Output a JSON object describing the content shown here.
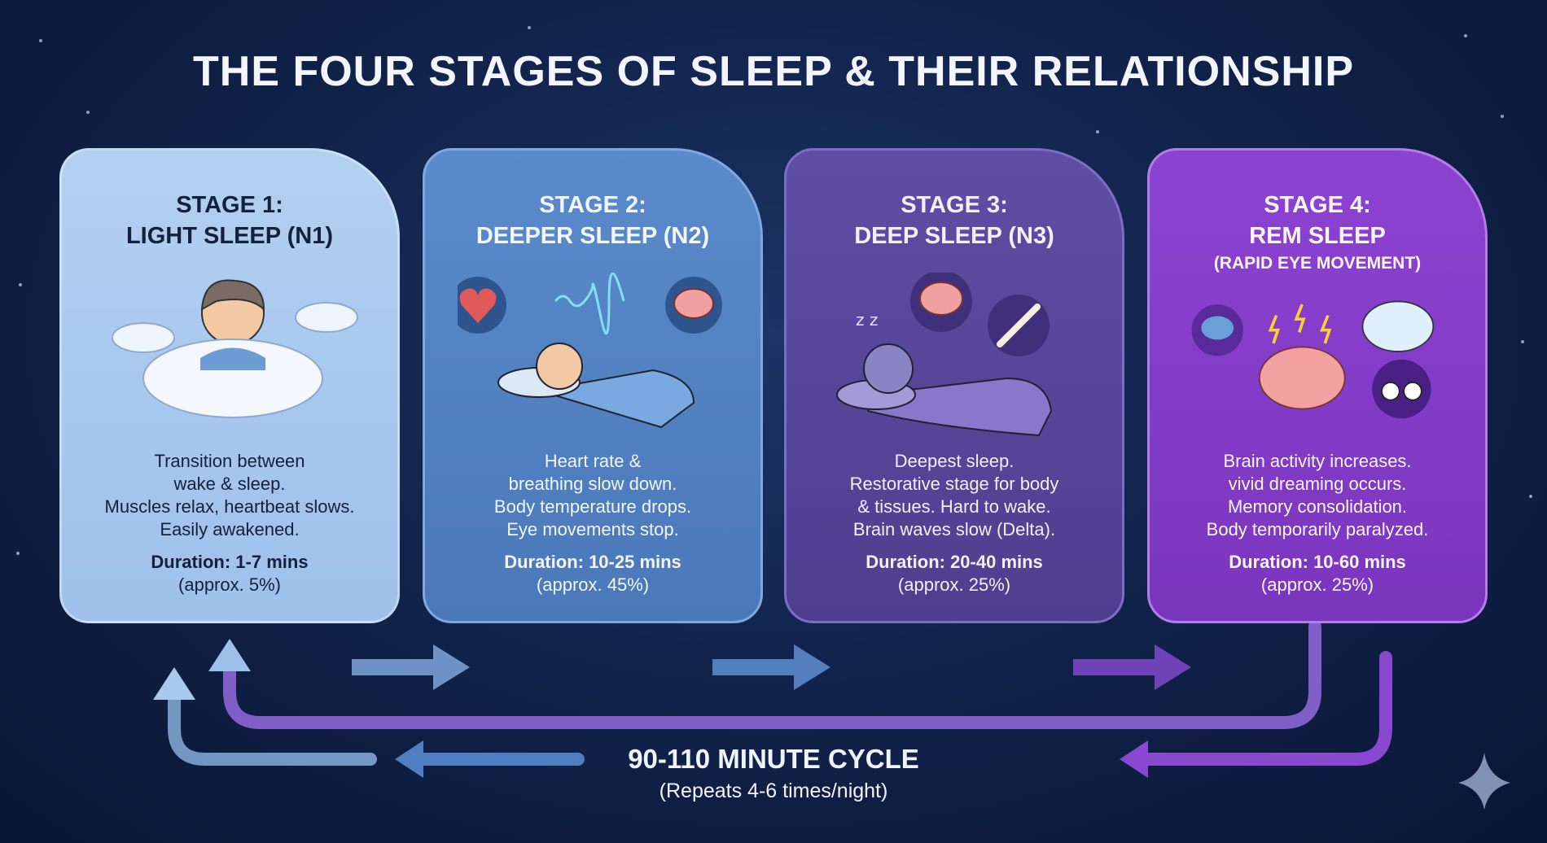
{
  "title": "THE FOUR STAGES OF SLEEP & THEIR RELATIONSHIP",
  "stages": [
    {
      "heading": "STAGE 1:",
      "name": "LIGHT SLEEP (N1)",
      "subtitle": "",
      "description": [
        "Transition between",
        "wake & sleep.",
        "Muscles relax, heartbeat slows.",
        "Easily awakened."
      ],
      "duration": "Duration: 1-7 mins",
      "share": "(approx. 5%)",
      "color": "#a9c8ee",
      "icons": [
        "person-in-cloud-icon",
        "cloud-icon"
      ]
    },
    {
      "heading": "STAGE 2:",
      "name": "DEEPER SLEEP (N2)",
      "subtitle": "",
      "description": [
        "Heart rate &",
        "breathing slow down.",
        "Body temperature drops.",
        "Eye movements stop."
      ],
      "duration": "Duration: 10-25 mins",
      "share": "(approx. 45%)",
      "color": "#4f7fc0",
      "icons": [
        "heart-icon",
        "wave-icon",
        "brain-icon",
        "sleeping-person-icon"
      ]
    },
    {
      "heading": "STAGE 3:",
      "name": "DEEP SLEEP (N3)",
      "subtitle": "",
      "description": [
        "Deepest sleep.",
        "Restorative stage for body",
        "& tissues. Hard to wake.",
        "Brain waves slow (Delta)."
      ],
      "duration": "Duration: 20-40 mins",
      "share": "(approx. 25%)",
      "color": "#56479a",
      "icons": [
        "brain-icon",
        "bone-muscle-icon",
        "sleeping-person-icon",
        "zzz-icon"
      ]
    },
    {
      "heading": "STAGE 4:",
      "name": "REM SLEEP",
      "subtitle": "(RAPID EYE MOVEMENT)",
      "description": [
        "Brain activity increases.",
        "vivid dreaming occurs.",
        "Memory consolidation.",
        "Body temporarily paralyzed."
      ],
      "duration": "Duration: 10-60 mins",
      "share": "(approx. 25%)",
      "color": "#853dcb",
      "icons": [
        "brain-icon",
        "lightning-icon",
        "dream-cloud-icon",
        "eyes-icon"
      ]
    }
  ],
  "cycle": {
    "label": "90-110 MINUTE CYCLE",
    "note": "(Repeats 4-6 times/night)"
  },
  "colors": {
    "background": "#12244d",
    "title": "#f4f6ff"
  }
}
